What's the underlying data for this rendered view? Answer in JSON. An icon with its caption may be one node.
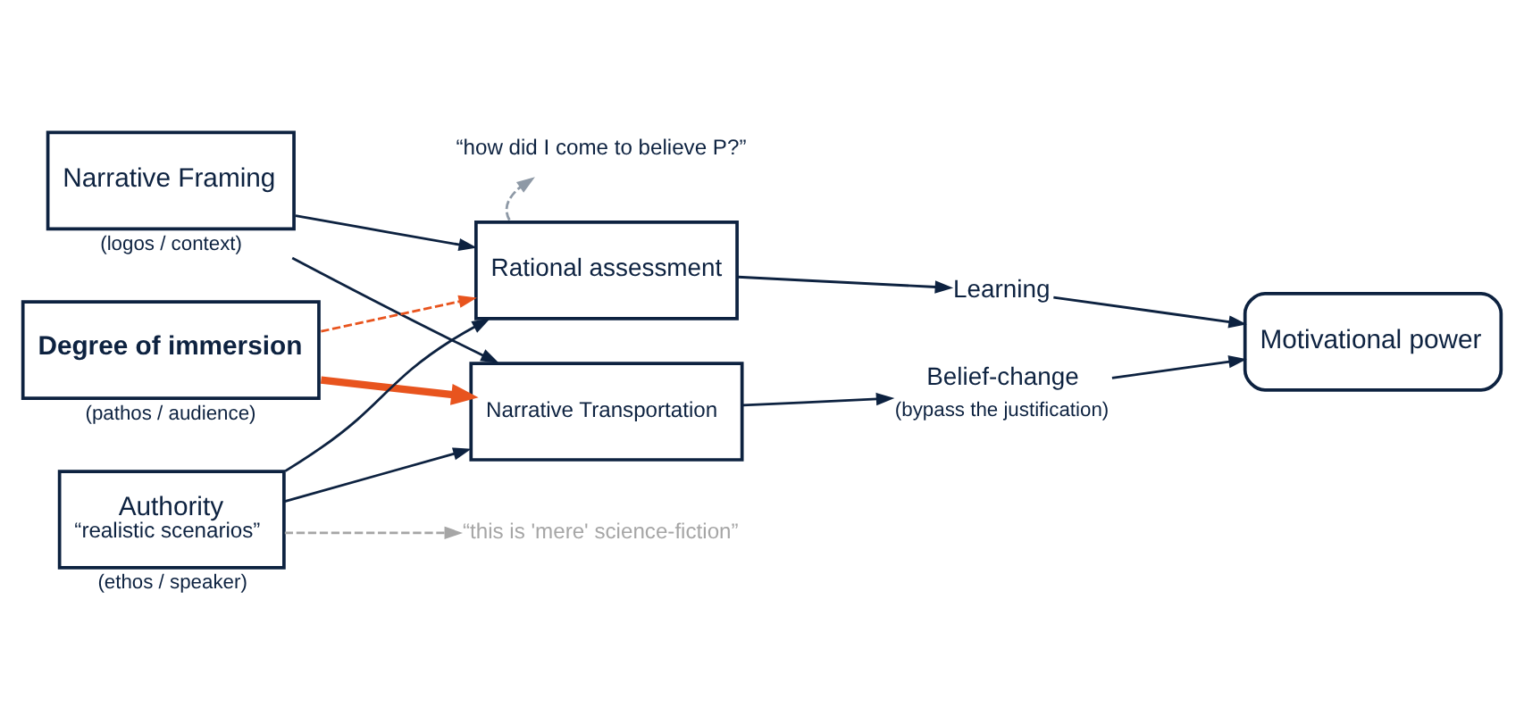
{
  "diagram": {
    "nodes": [
      {
        "text": [
          "Narrative Framing"
        ],
        "beside": [
          "(logos / context)"
        ]
      },
      {
        "text": [
          "Degree of immersion"
        ],
        "beside": [
          "(pathos / audience)"
        ]
      },
      {
        "text": [
          "Authority",
          "“realistic scenarios”"
        ],
        "beside": [
          "(ethos / speaker)"
        ]
      },
      {
        "text": [
          "Rational assessment"
        ]
      },
      {
        "text": [
          "Narrative Transportation"
        ]
      },
      {
        "text": [
          "Learning"
        ]
      },
      {
        "text": [
          "Belief-change"
        ],
        "beside": [
          "(bypass the justification)"
        ]
      },
      {
        "text": [
          "Motivational power"
        ]
      },
      {
        "text": [
          "“how did I come to believe P?”"
        ]
      },
      {
        "text": [
          "“this is 'mere' science-fiction”"
        ]
      }
    ],
    "edges": [
      {
        "from": 0,
        "to": 3,
        "arrow": "to"
      },
      {
        "from": 0,
        "to": 4,
        "arrow": "to"
      },
      {
        "from": 1,
        "to": 3,
        "arrow": "to",
        "style": "dashed",
        "color": "#e8541e"
      },
      {
        "from": 1,
        "to": 4,
        "arrow": "to",
        "style": "thick",
        "color": "#e8541e"
      },
      {
        "from": 2,
        "to": 3,
        "arrow": "to"
      },
      {
        "from": 2,
        "to": 4,
        "arrow": "to"
      },
      {
        "from": 2,
        "to": 9,
        "arrow": "to",
        "style": "dashed",
        "color": "#a6a6a6"
      },
      {
        "from": 3,
        "to": 8,
        "arrow": "to",
        "style": "dashed",
        "color": "#8e99a6"
      },
      {
        "from": 3,
        "to": 5,
        "arrow": "to"
      },
      {
        "from": 4,
        "to": 6,
        "arrow": "to"
      },
      {
        "from": 5,
        "to": 7,
        "arrow": "to"
      },
      {
        "from": 6,
        "to": 7,
        "arrow": "to"
      }
    ]
  }
}
